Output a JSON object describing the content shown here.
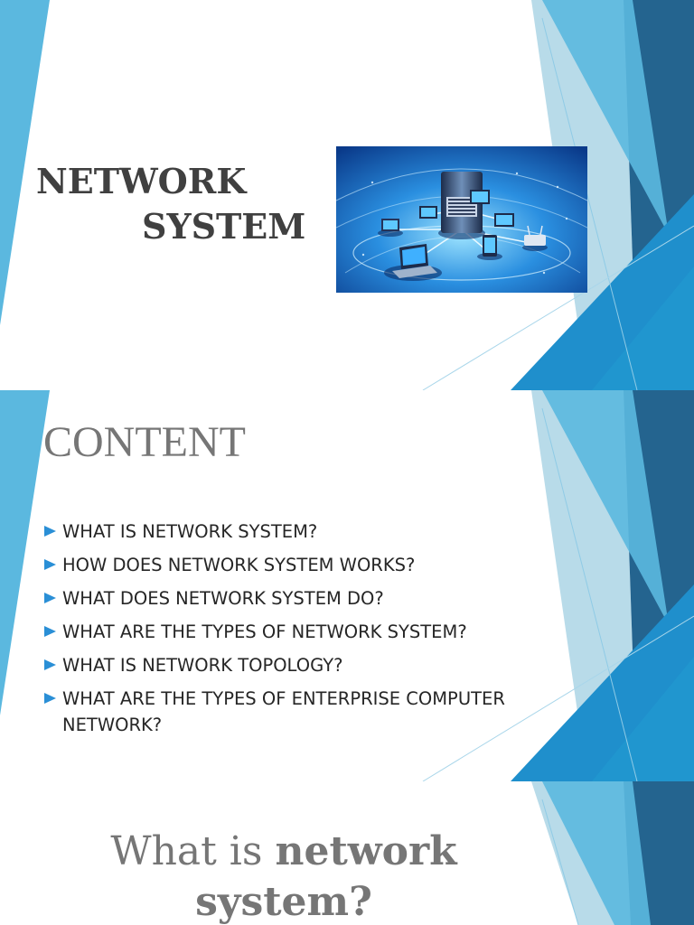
{
  "slide1": {
    "title_line1": "NETWORK",
    "title_line2": "SYSTEM"
  },
  "slide2": {
    "heading": "CONTENT",
    "items": [
      "WHAT IS NETWORK SYSTEM?",
      "HOW DOES NETWORK SYSTEM WORKS?",
      "WHAT DOES NETWORK SYSTEM DO?",
      "WHAT ARE THE TYPES OF NETWORK SYSTEM?",
      "WHAT IS NETWORK TOPOLOGY?",
      "WHAT ARE THE TYPES OF ENTERPRISE COMPUTER NETWORK?"
    ]
  },
  "slide3": {
    "title_plain": "What is ",
    "title_bold_1": "network",
    "title_bold_2": "system?"
  },
  "colors": {
    "accent": "#2a8fd6",
    "light_blue": "#5bb8df",
    "mid_blue": "#1f8fcc",
    "dark_blue": "#24648f",
    "title_gray": "#767676"
  }
}
